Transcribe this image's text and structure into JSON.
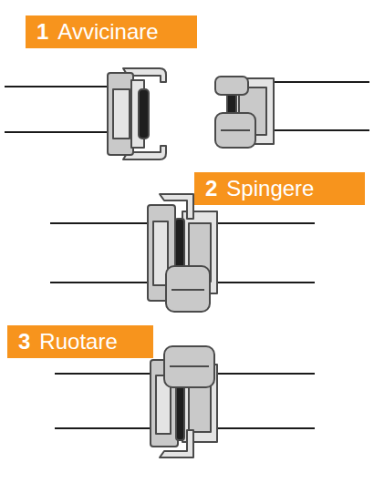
{
  "diagram": {
    "nodes": [
      {
        "text": [
          "1",
          "Avvicinare"
        ]
      },
      {
        "text": [
          "2",
          "Spingere"
        ]
      },
      {
        "text": [
          "3",
          "Ruotare"
        ]
      }
    ]
  }
}
